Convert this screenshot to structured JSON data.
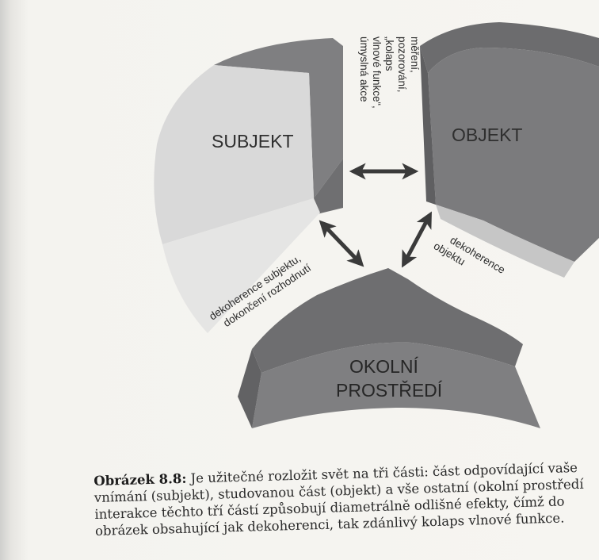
{
  "diagram": {
    "nodes": {
      "subject": "SUBJEKT",
      "object": "OBJEKT",
      "environment_line1": "OKOLNÍ",
      "environment_line2": "PROSTŘEDÍ"
    },
    "interactions": {
      "subject_object": [
        "měření,",
        "pozorování,",
        "„kolaps",
        "vlnové funkce“,",
        "úmyslná akce"
      ],
      "subject_environment": [
        "dekoherence subjektu,",
        "dokončení rozhodnutí"
      ],
      "object_environment": [
        "dekoherence",
        "objektu"
      ]
    }
  },
  "caption": {
    "label": "Obrázek 8.8:",
    "line1": " Je užitečné rozložit svět na tři části: část odpovídající vaše",
    "line2": "vnímání (subjekt), studovanou část (objekt) a vše ostatní (okolní prostředí",
    "line3": "interakce těchto tří částí způsobují diametrálně odlišné efekty, čímž do",
    "line4": "obrázek obsahující jak dekoherenci, tak zdánlivý kolaps vlnové funkce."
  }
}
